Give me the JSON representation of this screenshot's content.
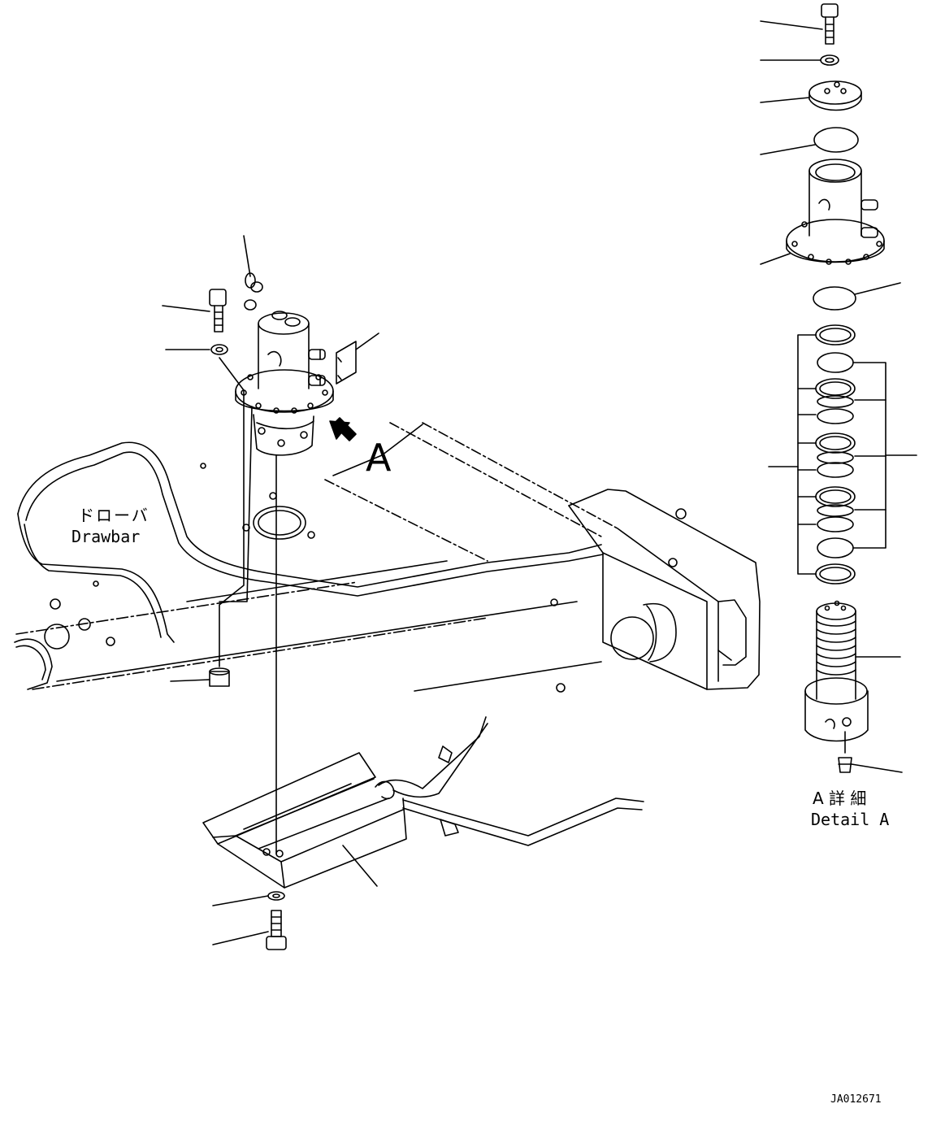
{
  "labels": {
    "view_arrow": "A",
    "drawbar_jp": "ドローバ",
    "drawbar_en": "Drawbar",
    "detail_jp": "A 詳 細",
    "detail_en": "Detail A",
    "drawing_id": "JA012671"
  },
  "colors": {
    "ink": "#000000",
    "paper": "#ffffff"
  }
}
